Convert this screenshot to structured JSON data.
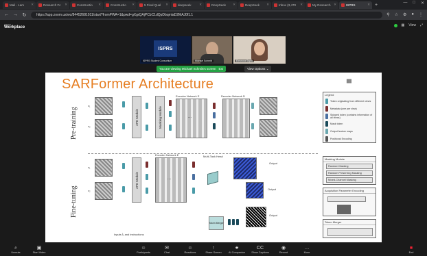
{
  "browser": {
    "tabs": [
      {
        "label": "Mail - Lam",
        "active": false
      },
      {
        "label": "Research Fc",
        "active": false
      },
      {
        "label": "Constructio",
        "active": false
      },
      {
        "label": "Constructio",
        "active": false
      },
      {
        "label": "5 Final Qual",
        "active": false
      },
      {
        "label": "deepseek",
        "active": false
      },
      {
        "label": "DeepSeek",
        "active": false
      },
      {
        "label": "DeepSeek",
        "active": false
      },
      {
        "label": "Inbox (3,470",
        "active": false
      },
      {
        "label": "My Research",
        "active": false
      },
      {
        "label": "ISPRS",
        "active": true
      }
    ],
    "url": "https://app.zoom.us/wc/84452681011/start?fromPWA=1&pwd=gXgrQAjPCbC1dQpDbqmlaD2MAJ0f1.1",
    "window_controls": [
      "—",
      "□",
      "✕"
    ]
  },
  "zoom": {
    "app_name": "zoom",
    "app_label": "Workplace",
    "status_items": [
      "view",
      "grid",
      "full"
    ],
    "status_view_label": "View",
    "participants": [
      {
        "name": "ISPRS Student Consortium",
        "logo_text": "ISPRS"
      },
      {
        "name": "Michael Schmitt"
      },
      {
        "name": "Eleonora Sapio"
      }
    ],
    "viewing_banner": "You are viewing  Michael Schmitt's screen",
    "viewing_exit": "Ext",
    "view_options_label": "View Options",
    "toolbar": [
      {
        "icon": "mic-icon",
        "glyph": "⌕",
        "label": "Unmute"
      },
      {
        "icon": "video-icon",
        "glyph": "▣",
        "label": "Start Video"
      },
      {
        "icon": "participants-icon",
        "glyph": "☺",
        "label": "Participants"
      },
      {
        "icon": "chat-icon",
        "glyph": "✉",
        "label": "Chat"
      },
      {
        "icon": "reactions-icon",
        "glyph": "☺",
        "label": "Reactions"
      },
      {
        "icon": "share-icon",
        "glyph": "↑",
        "label": "Share Screen"
      },
      {
        "icon": "summary-icon",
        "glyph": "★",
        "label": "AI Companion"
      },
      {
        "icon": "captions-icon",
        "glyph": "CC",
        "label": "Show Captions"
      },
      {
        "icon": "record-icon",
        "glyph": "◉",
        "label": "Record"
      },
      {
        "icon": "more-icon",
        "glyph": "…",
        "label": "More"
      }
    ],
    "end_label": "End"
  },
  "slide": {
    "title": "SARFormer Architecture",
    "sections": {
      "pretraining": "Pre-training",
      "finetuning": "Fine-tuning"
    },
    "labels": {
      "ape_module": "APE Module",
      "masking_module": "Masking Module",
      "encoder_block": "Encoder Network E",
      "decoder_block": "Decoder Network D",
      "ellipsis": "...",
      "multi_task": "Multi-Task Head",
      "token_merger": "Token Merger",
      "inputs_note": "Inputs Î₁ and instructions",
      "output_1": "Output",
      "output_2": "Output",
      "output_3": "Output",
      "x1": "x₁",
      "x2": "x₂"
    },
    "legend": {
      "title": "Legend",
      "items": [
        {
          "text": "Token originating from different views",
          "color": "#4a9ba8"
        },
        {
          "text": "Metadata (one per view)",
          "color": "#7a2e2e"
        },
        {
          "text": "Skipped token (contains information of all views)",
          "color": "#4a6fa0"
        },
        {
          "text": "Mask token",
          "color": "#1a4a5a"
        },
        {
          "text": "Output feature maps",
          "color": "#6aa8b0"
        },
        {
          "text": "Positional Encoding",
          "color": "#555"
        }
      ]
    },
    "masking_box": {
      "title": "Masking Module",
      "items": [
        "Random Masking",
        "Random Preserving Masking",
        "Mixed-Channel Masking"
      ]
    },
    "ape_box": {
      "title": "Acquisition Parameter Encoding"
    },
    "token_box": {
      "title": "Token Merger"
    }
  },
  "colors": {
    "accent_orange": "#e67e22",
    "zoom_green": "#25a244",
    "token_teal": "#4a9ba8",
    "token_red": "#7a2e2e"
  }
}
